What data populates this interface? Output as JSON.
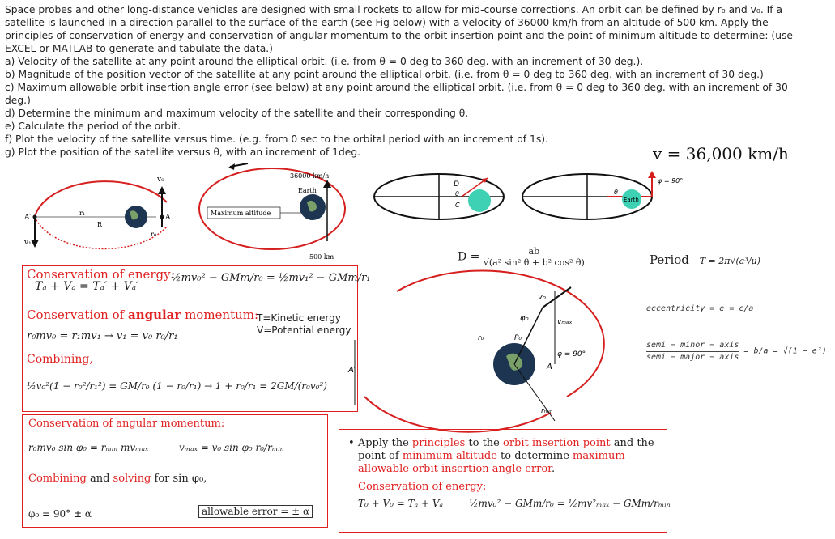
{
  "intro": {
    "p1": "Space probes and other long-distance vehicles are designed with small rockets to allow for mid-course corrections. An orbit can be defined by r₀ and v₀. If a satellite is launched in a direction parallel to the surface of the earth (see Fig below) with a velocity of 36000 km/h from an altitude of 500 km. Apply the principles of conservation of energy and conservation of angular momentum to the orbit insertion point and the point of minimum altitude to determine: (use EXCEL or MATLAB to generate and tabulate the data.)",
    "items": [
      "a)  Velocity of the satellite at any point around the elliptical orbit. (i.e. from θ = 0 deg to 360 deg. with an increment of 30 deg.).",
      "b)  Magnitude of the position vector of the satellite at any point around the elliptical orbit. (i.e. from θ = 0 deg to 360 deg. with an increment of 30 deg.)",
      "c) Maximum allowable orbit insertion angle error (see below) at any point around the elliptical orbit. (i.e. from θ = 0 deg to 360 deg. with an increment of 30 deg.)",
      "d) Determine the minimum and maximum velocity of the satellite and their corresponding θ.",
      "e) Calculate the period of the orbit.",
      "f) Plot the velocity of the satellite versus time. (e.g. from 0 sec to the orbital period with an increment of 1s).",
      "g) Plot the position of the satellite versus θ, with an increment of 1deg."
    ]
  },
  "velocity_label": "v = 36,000 km/h",
  "fig1": {
    "v0": "v₀",
    "A_prime": "A′",
    "A": "A",
    "r1": "r₁",
    "R": "R",
    "r0": "r₀",
    "v1": "v₁"
  },
  "fig2": {
    "speed": "36000 km/h",
    "earth": "Earth",
    "max_alt": "Maximum altitude",
    "alt": "500 km"
  },
  "fig3": {
    "D": "D",
    "theta": "θ",
    "C": "C"
  },
  "fig4": {
    "theta": "θ",
    "earth": "Earth",
    "phi": "φ = 90°"
  },
  "D_formula": {
    "lhs": "D =",
    "num": "ab",
    "den": "√(a² sin² θ + b² cos² θ)"
  },
  "period": {
    "label": "Period",
    "formula": "T = 2π√(a³/μ)"
  },
  "ecc": "eccentricity = e = c/a",
  "semi": {
    "lhs": "semi − minor − axis",
    "lhs2": "semi − major − axis",
    "rhs": "= b/a = √(1 − e²)"
  },
  "energy_box": {
    "title": "Conservation of energy:",
    "eq1": "Tₐ + Vₐ = Tₐ′ + Vₐ′",
    "eq2": "½mv₀² − GMm/r₀ = ½mv₁² − GMm/r₁",
    "ang_title_pre": "Conservation of ",
    "ang_title_bold": "angular",
    "ang_title_post": " momentum:",
    "ang_eq": "r₀mv₀ = r₁mv₁ → v₁ = v₀ r₀/r₁",
    "kinetic": "T=Kinetic energy",
    "potential": "V=Potential energy",
    "combining": "Combining,",
    "comb_eq": "½v₀²(1 − r₀²/r₁²) = GM/r₀ (1 − r₀/r₁) → 1 + r₀/r₁ = 2GM/(r₀v₀²)"
  },
  "angular_box": {
    "title": "Conservation of angular momentum:",
    "eq1": "r₀mv₀ sin φ₀ = rₘᵢₙ mvₘₐₓ",
    "eq2": "vₘₐₓ = v₀ sin φ₀ r₀/rₘᵢₙ",
    "comb_pre": "Combining",
    "comb_and": " and ",
    "comb_solving": "solving",
    "comb_post": " for sin φ₀,",
    "phi": "φ₀ = 90° ±  α",
    "error": "allowable error = ±  α"
  },
  "apply_box": {
    "b1": "Apply the ",
    "b2": "principles",
    "b3": " to the ",
    "b4": "orbit insertion point",
    "b5": " and the point of ",
    "b6": "minimum altitude",
    "b7": " to determine ",
    "b8": "maximum allowable orbit insertion angle error",
    "b9": ".",
    "energy": "Conservation of energy:",
    "eq1": "T₀ + V₀ = Tₐ + Vₐ",
    "eq2": "½mv₀² − GMm/r₀ = ½mv²ₘₐₓ − GMm/rₘᵢₙ"
  },
  "fig5": {
    "r0": "r₀",
    "v0": "v₀",
    "phi0": "φ₀",
    "A": "A",
    "vmax": "vₘₐₓ",
    "phi90": "φ = 90°",
    "rmin": "rₘᵢₙ",
    "A_prime": "A′",
    "rho": "P₀"
  }
}
